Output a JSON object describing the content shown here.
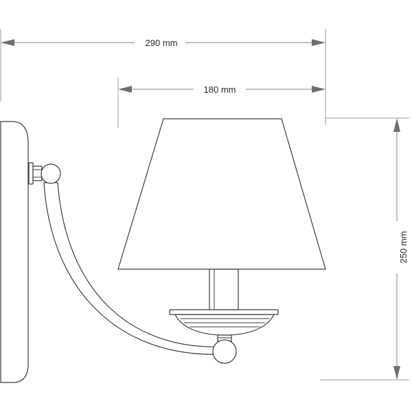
{
  "dimensions": {
    "overall_width": "290 mm",
    "shade_width": "180 mm",
    "height": "250 mm"
  }
}
